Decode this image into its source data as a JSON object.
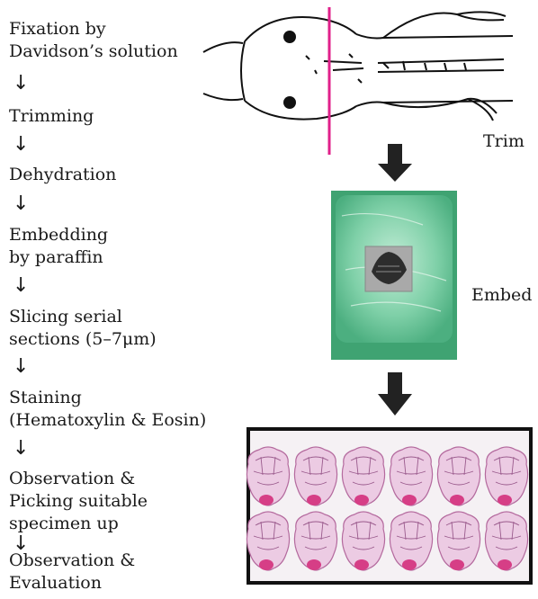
{
  "steps": [
    "Fixation by\nDavidson’s solution",
    "Trimming",
    "Dehydration",
    "Embedding\nby paraffin",
    "Slicing serial\nsections  (5–7μm)",
    "Staining\n(Hematoxylin & Eosin)",
    "Observation &\nPicking suitable\nspecimen up",
    "Observation &\nEvaluation"
  ],
  "arrow_glyph": "↓",
  "labels": {
    "trim": "Trim",
    "embed": "Embed"
  },
  "colors": {
    "trim_line": "#e0208a",
    "block": "#5cbf90",
    "stain": "#c86aa8"
  }
}
